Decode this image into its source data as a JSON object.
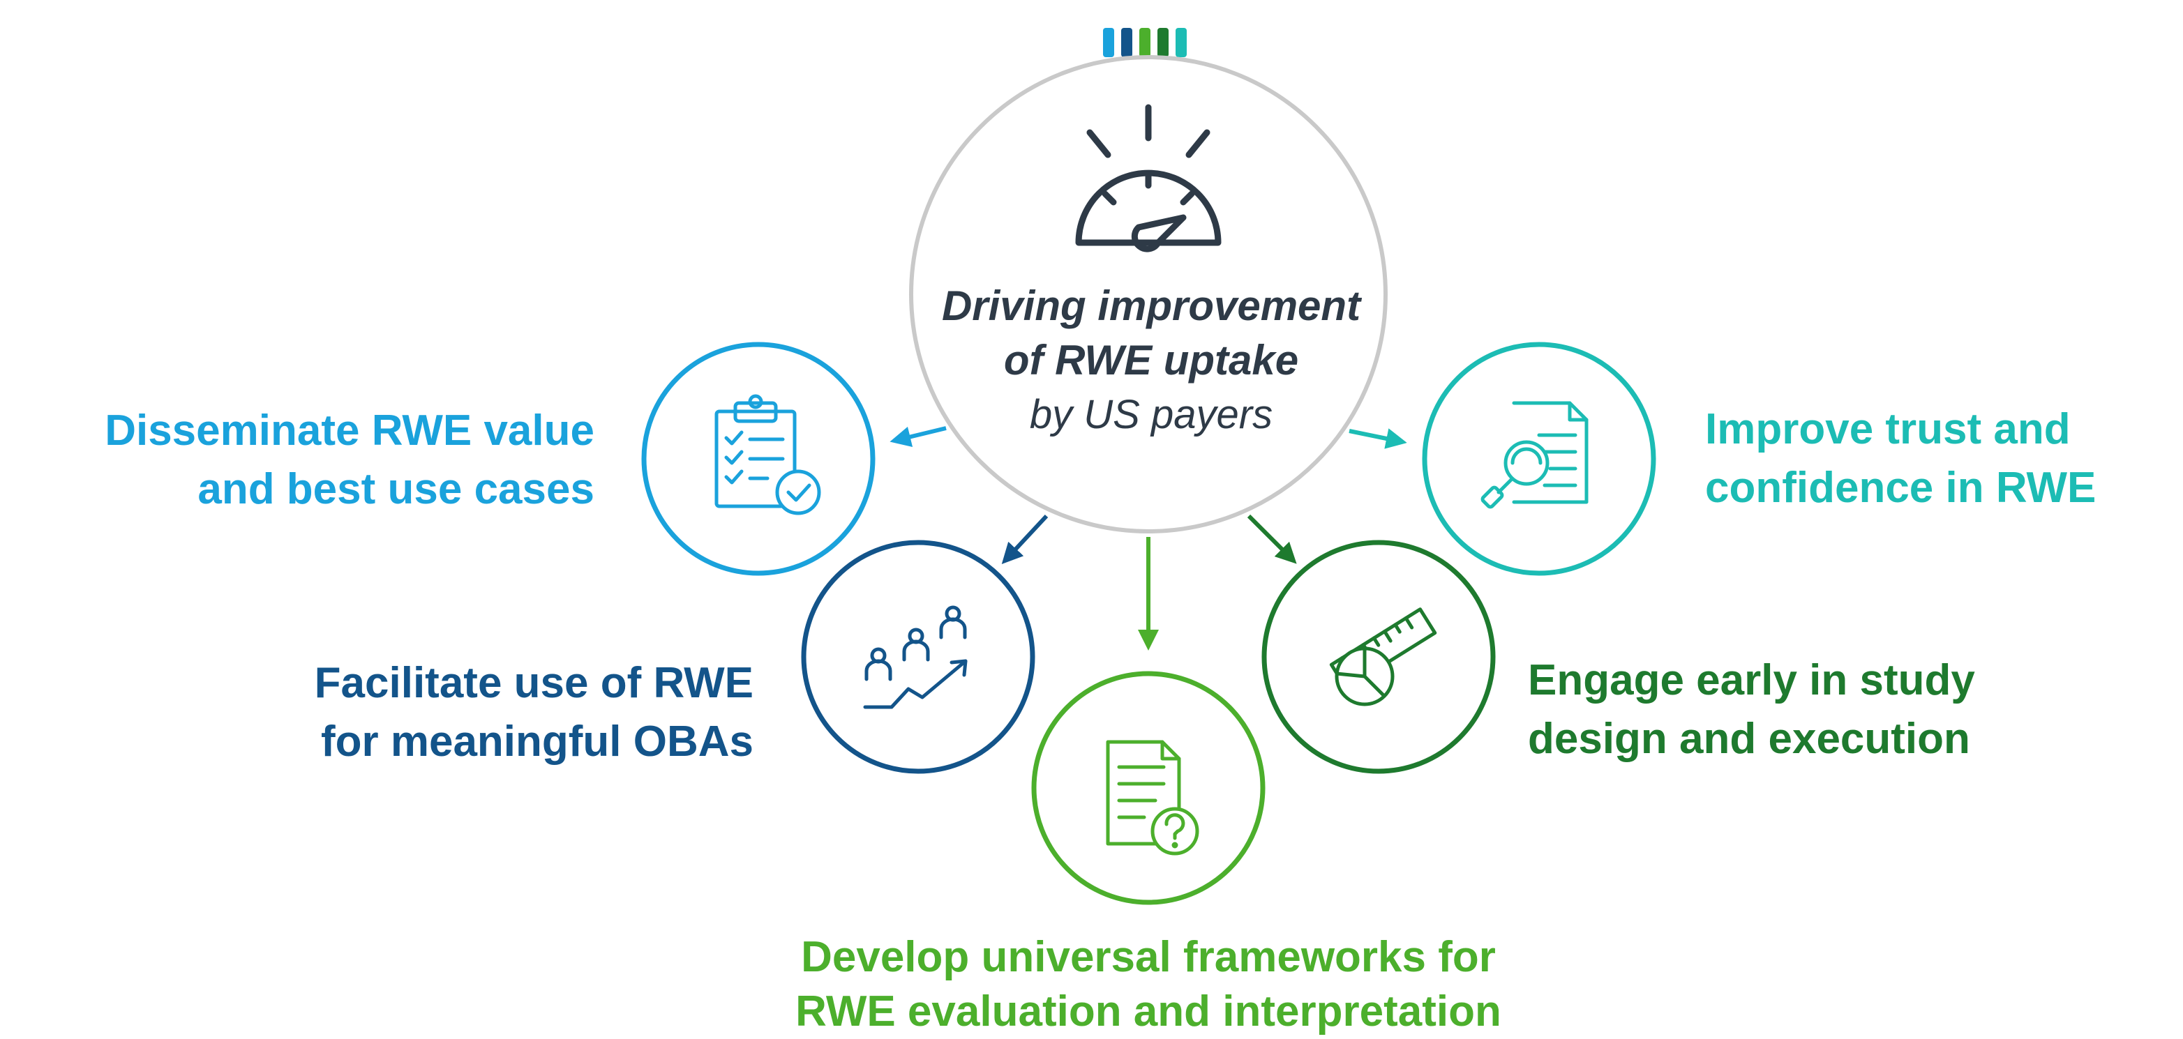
{
  "colors": {
    "light_blue": "#1aa2dc",
    "dark_blue": "#13548a",
    "teal": "#1cbcb4",
    "light_green": "#4caf2c",
    "dark_green": "#1e7a2e",
    "dark_text": "#2e3a47",
    "center_ring": "#c9c9c9"
  },
  "center": {
    "icon": "speedometer-icon",
    "line1": "Driving improvement",
    "line2": "of RWE uptake",
    "line3": "by US payers"
  },
  "nodes": [
    {
      "id": "disseminate",
      "icon": "clipboard-checklist-icon",
      "line1": "Disseminate RWE value",
      "line2": "and best use cases",
      "color": "#1aa2dc"
    },
    {
      "id": "facilitate",
      "icon": "people-growth-chart-icon",
      "line1": "Facilitate use of RWE",
      "line2": "for meaningful OBAs",
      "color": "#13548a"
    },
    {
      "id": "develop",
      "icon": "document-question-icon",
      "line1": "Develop universal frameworks for",
      "line2": "RWE evaluation and interpretation",
      "color": "#4caf2c"
    },
    {
      "id": "engage",
      "icon": "ruler-pie-chart-icon",
      "line1": "Engage early in study",
      "line2": "design and execution",
      "color": "#1e7a2e"
    },
    {
      "id": "improve",
      "icon": "document-magnifier-icon",
      "line1": "Improve trust and",
      "line2": "confidence in RWE",
      "color": "#1cbcb4"
    }
  ]
}
